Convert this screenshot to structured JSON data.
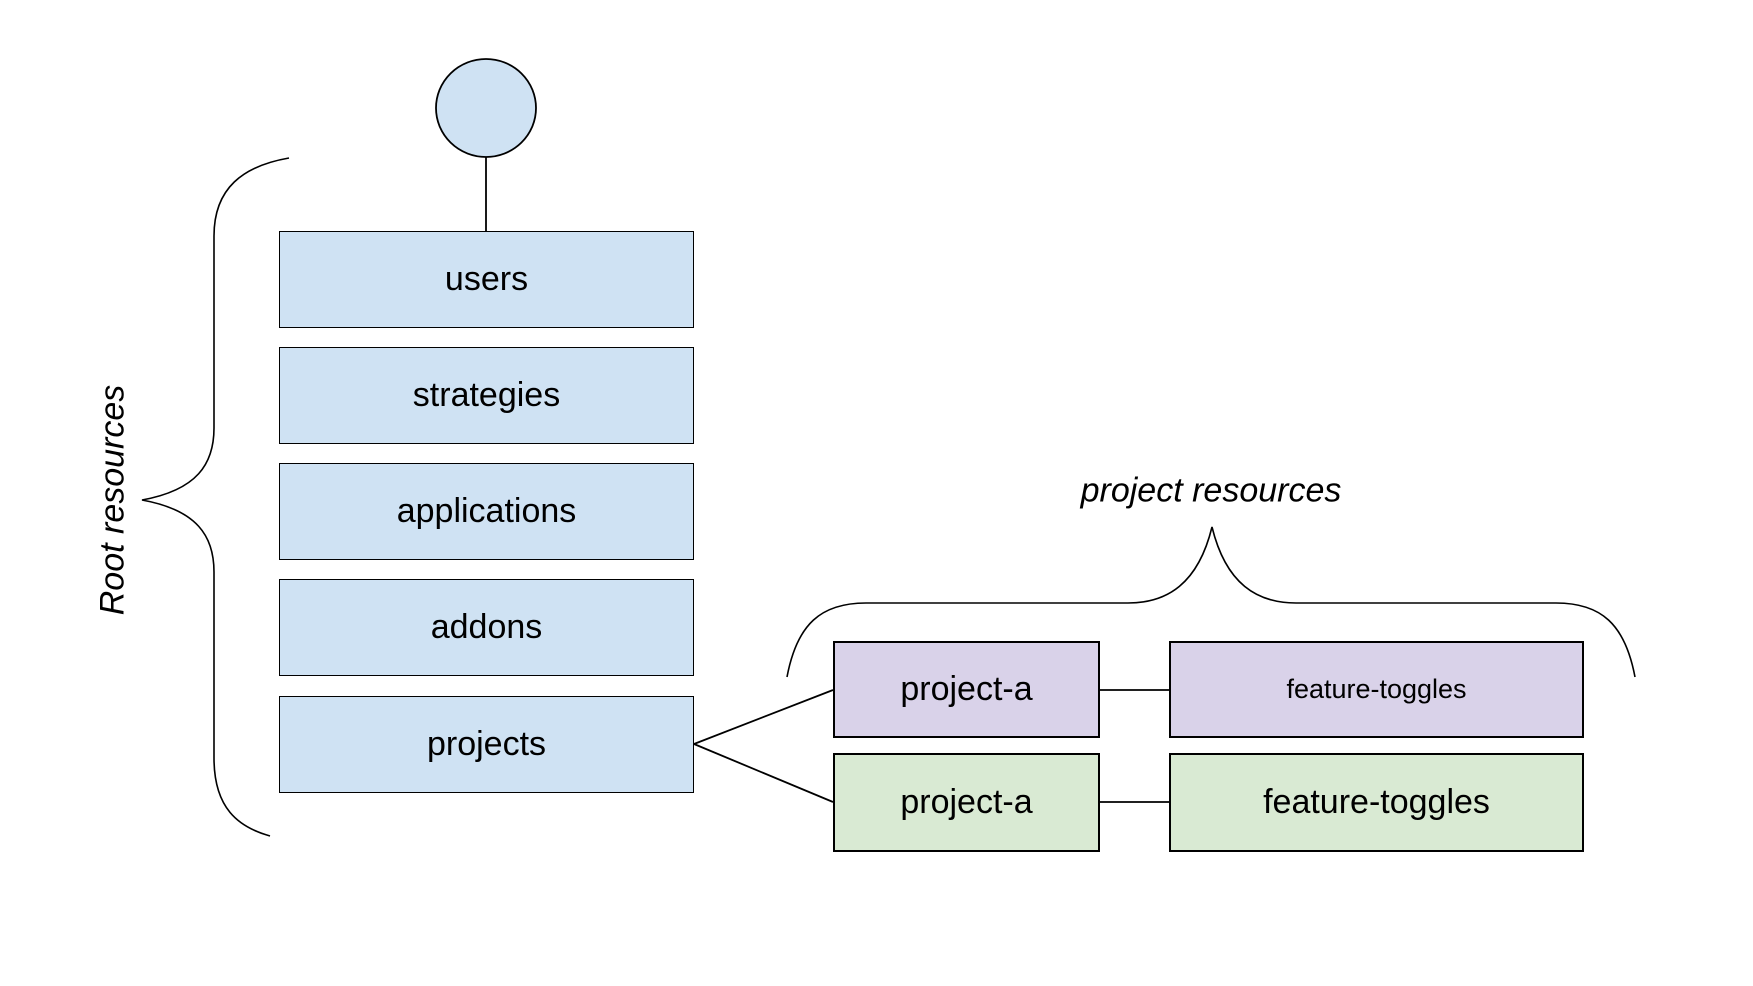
{
  "labels": {
    "root_group": "Root resources",
    "project_group": "project resources"
  },
  "root_resources": [
    {
      "label": "users"
    },
    {
      "label": "strategies"
    },
    {
      "label": "applications"
    },
    {
      "label": "addons"
    },
    {
      "label": "projects"
    }
  ],
  "project_rows": [
    {
      "project": "project-a",
      "resource": "feature-toggles"
    },
    {
      "project": "project-a",
      "resource": "feature-toggles"
    }
  ],
  "colors": {
    "root_fill": "#cfe2f3",
    "project_row1_fill": "#d9d2e9",
    "project_row2_fill": "#d9ead3",
    "stroke": "#000000"
  }
}
